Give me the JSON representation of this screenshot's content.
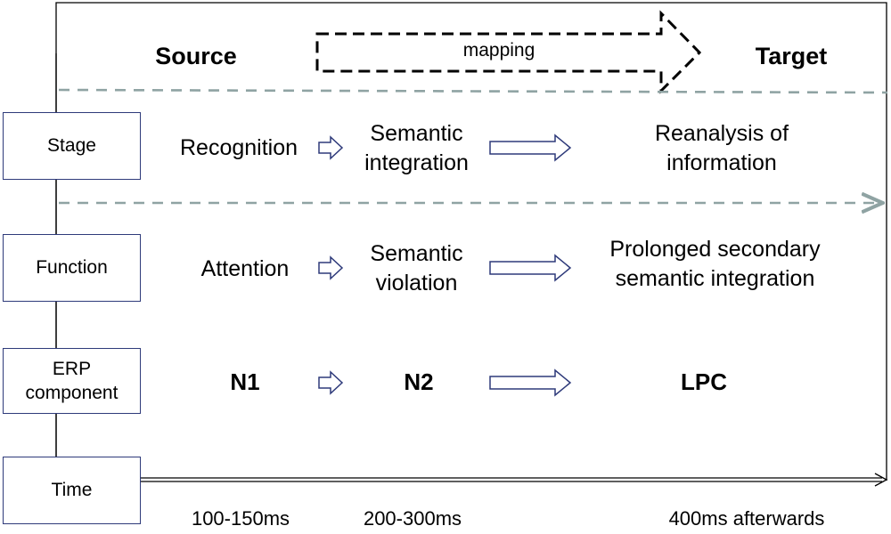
{
  "header": {
    "source": "Source",
    "target": "Target",
    "mapping": "mapping"
  },
  "rows": {
    "stage": {
      "label": "Stage",
      "steps": [
        "Recognition",
        "Semantic\nintegration",
        "Reanalysis of\ninformation"
      ]
    },
    "function": {
      "label": "Function",
      "steps": [
        "Attention",
        "Semantic\nviolation",
        "Prolonged secondary\nsemantic integration"
      ]
    },
    "erp": {
      "label": "ERP\ncomponent",
      "steps": [
        "N1",
        "N2",
        "LPC"
      ]
    },
    "time": {
      "label": "Time",
      "steps": [
        "100-150ms",
        "200-300ms",
        "400ms afterwards"
      ]
    }
  },
  "colors": {
    "box_border": "#2e3a7a",
    "dashed_line": "#8fa3a3",
    "frame": "#000000"
  }
}
